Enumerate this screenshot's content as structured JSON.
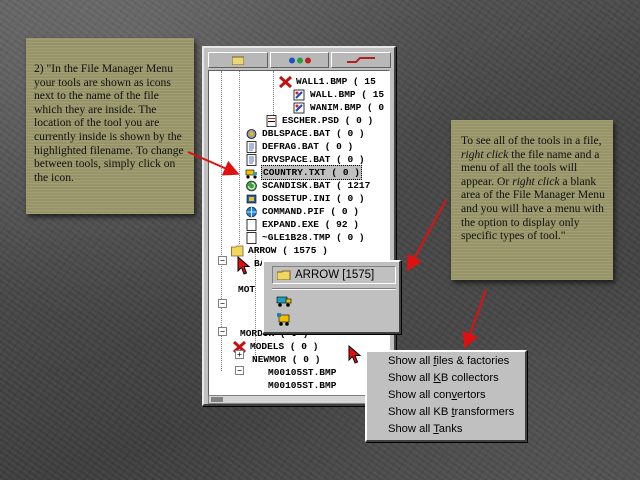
{
  "note_left": {
    "text": "2) \"In the File Manager Menu your tools are shown as icons next to the name of the file which they are inside. The location of the tool you are currently inside is shown by the highlighted filename. To change between tools, simply click on the icon."
  },
  "note_right": {
    "p1": "To see all of the tools in a file, ",
    "p1_em": "right click",
    "p2": " the file name and a menu of all the tools will appear. Or ",
    "p2_em": "right click",
    "p3": " a blank area of the File Manager Menu and you will have a menu with the option to display only specific types of tool.\""
  },
  "file_manager": {
    "rows": [
      {
        "label": "WALL1.BMP ( 15",
        "icon": "x-tool-icon"
      },
      {
        "label": "WALL.BMP ( 15",
        "icon": "paint-tool-icon"
      },
      {
        "label": "WANIM.BMP ( 0",
        "icon": "paint-tool-icon"
      },
      {
        "label": "ESCHER.PSD ( 0 )",
        "icon": "document-icon"
      },
      {
        "label": "DBLSPACE.BAT ( 0 )",
        "icon": "gear-tool-icon"
      },
      {
        "label": "DEFRAG.BAT ( 0 )",
        "icon": "text-file-icon"
      },
      {
        "label": "DRVSPACE.BAT ( 0 )",
        "icon": "text-file-icon"
      },
      {
        "label": "COUNTRY.TXT ( 0 )",
        "icon": "truck-tool-icon"
      },
      {
        "label": "SCANDISK.BAT ( 1217",
        "icon": "spiral-tool-icon"
      },
      {
        "label": "DOSSETUP.INI ( 0 )",
        "icon": "chip-tool-icon"
      },
      {
        "label": "COMMAND.PIF ( 0 )",
        "icon": "globe-tool-icon"
      },
      {
        "label": "EXPAND.EXE ( 92 )",
        "icon": "blank-file-icon"
      },
      {
        "label": "~GLE1B28.TMP ( 0 )",
        "icon": "blank-file-icon"
      },
      {
        "label": "ARROW ( 1575 )",
        "icon": "folder-icon"
      },
      {
        "label": "BA",
        "icon": ""
      },
      {
        "label": "MOT",
        "icon": ""
      },
      {
        "label": "MORDOR ( 0 )",
        "icon": ""
      },
      {
        "label": "MODELS ( 0 )",
        "icon": "x-tool-icon"
      },
      {
        "label": "NEWMOR ( 0 )",
        "icon": ""
      },
      {
        "label": "M00105ST.BMP",
        "icon": ""
      },
      {
        "label": "M00105ST.BMP",
        "icon": ""
      }
    ],
    "highlighted": "COUNTRY.TXT ( 0 )"
  },
  "arrow_popup": {
    "title": "ARROW [1575]"
  },
  "blank_menu": {
    "items": [
      {
        "pre": "Show all ",
        "u": "f",
        "post": "iles & factories"
      },
      {
        "pre": "Show all ",
        "u": "K",
        "post": "B collectors"
      },
      {
        "pre": "Show all con",
        "u": "v",
        "post": "ertors"
      },
      {
        "pre": "Show all KB ",
        "u": "t",
        "post": "ransformers"
      },
      {
        "pre": "Show all ",
        "u": "T",
        "post": "anks"
      }
    ]
  },
  "colors": {
    "note_bg": "#9c9a6c",
    "annotation_arrow": "#e01010",
    "highlight": "#c0c0c0"
  }
}
